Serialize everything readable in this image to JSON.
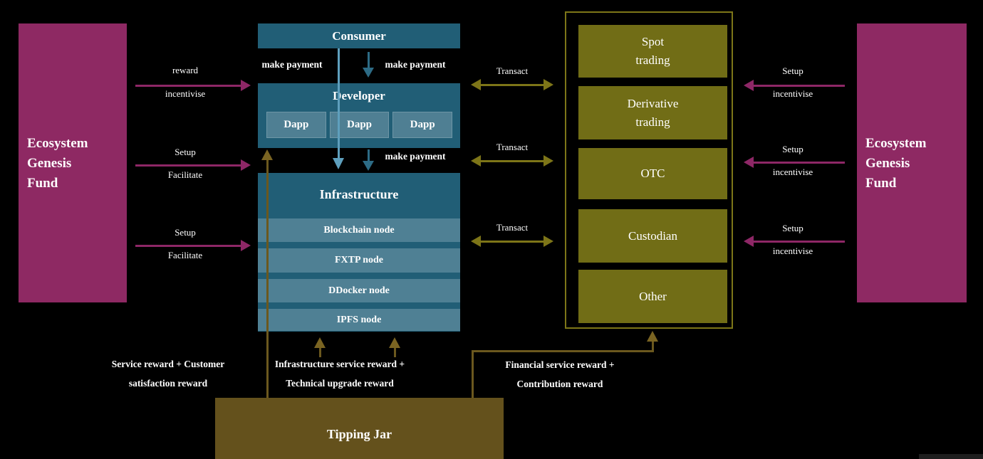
{
  "funds": {
    "left": {
      "line1": "Ecosystem",
      "line2": "Genesis",
      "line3": "Fund"
    },
    "right": {
      "line1": "Ecosystem",
      "line2": "Genesis",
      "line3": "Fund"
    }
  },
  "consumer": {
    "title": "Consumer"
  },
  "developer": {
    "title": "Developer",
    "dapps": [
      "Dapp",
      "Dapp",
      "Dapp"
    ]
  },
  "infrastructure": {
    "title": "Infrastructure",
    "nodes": [
      "Blockchain node",
      "FXTP node",
      "DDocker node",
      "IPFS node"
    ]
  },
  "financial": {
    "items": [
      {
        "l1": "Spot",
        "l2": "trading"
      },
      {
        "l1": "Derivative",
        "l2": "trading"
      },
      {
        "l1": "OTC",
        "l2": ""
      },
      {
        "l1": "Custodian",
        "l2": ""
      },
      {
        "l1": "Other",
        "l2": ""
      }
    ]
  },
  "tipping_jar": {
    "title": "Tipping Jar"
  },
  "arrows": {
    "left": [
      {
        "top": "reward",
        "bottom": "incentivise"
      },
      {
        "top": "Setup",
        "bottom": "Facilitate"
      },
      {
        "top": "Setup",
        "bottom": "Facilitate"
      }
    ],
    "transact": [
      {
        "label": "Transact"
      },
      {
        "label": "Transact"
      },
      {
        "label": "Transact"
      }
    ],
    "right": [
      {
        "top": "Setup",
        "bottom": "incentivise"
      },
      {
        "top": "Setup",
        "bottom": "incentivise"
      },
      {
        "top": "Setup",
        "bottom": "incentivise"
      }
    ],
    "payments": [
      {
        "label": "make payment"
      },
      {
        "label": "make payment"
      },
      {
        "label": "make payment"
      }
    ]
  },
  "rewards": {
    "service": {
      "line1": "Service reward + Customer",
      "line2": "satisfaction reward"
    },
    "infrastructure": {
      "line1": "Infrastructure service reward +",
      "line2": "Technical upgrade reward"
    },
    "financial": {
      "line1": "Financial service reward +",
      "line2": "Contribution reward"
    }
  },
  "colors": {
    "background": "#000000",
    "magenta": "#8e2963",
    "teal": "#215e76",
    "teal_light": "#4f8094",
    "olive": "#716d16",
    "olive_line": "#7d7618",
    "brown_jar": "#64511c",
    "brown_line": "#6b581e",
    "blue_line": "#5e9fbd",
    "text": "#ffffff"
  }
}
